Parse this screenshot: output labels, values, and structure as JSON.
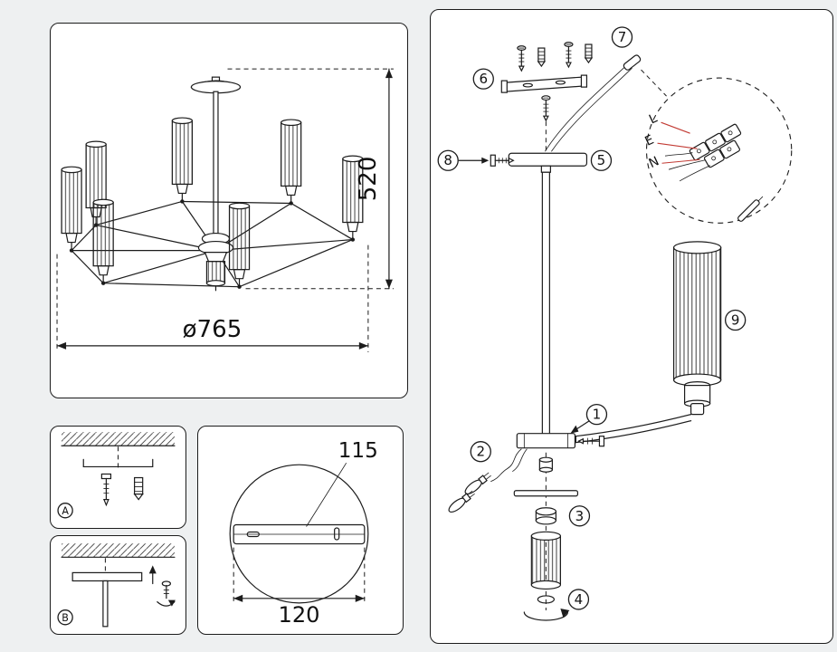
{
  "colors": {
    "line": "#1c1c1c",
    "wire_leader_red": "#c23b34",
    "background": "#eef0f1",
    "panel": "#ffffff"
  },
  "chandelier": {
    "height_dim": "520",
    "diameter_dim": "ø765"
  },
  "mounting": {
    "a_label": "A",
    "b_label": "B"
  },
  "canopy": {
    "leader_dim": "115",
    "width_dim": "120"
  },
  "assembly": {
    "callouts": {
      "c1": "1",
      "c2": "2",
      "c3": "3",
      "c4": "4",
      "c5": "5",
      "c6": "6",
      "c7": "7",
      "c8": "8",
      "c9": "9"
    },
    "wiring": {
      "l": "L",
      "e": "E",
      "n": "N"
    }
  }
}
